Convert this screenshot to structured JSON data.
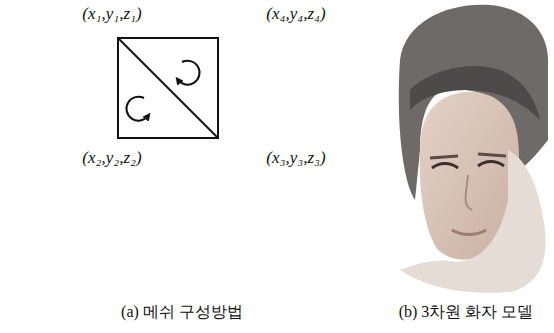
{
  "diagram": {
    "labels": [
      "(x₁,y₁,z₁)",
      "(x₄,y₄,z₄)",
      "(x₂,y₂,z₂)",
      "(x₃,y₃,z₃)",
      "(a) 메쉬 구성방법",
      "(b) 3차원 화자 모델"
    ]
  }
}
